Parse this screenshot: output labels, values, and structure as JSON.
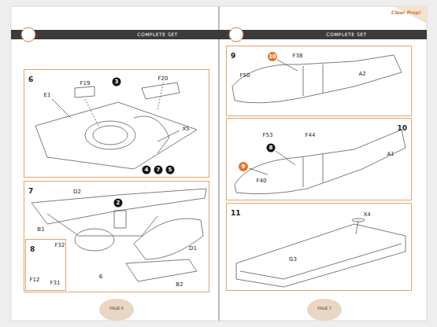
{
  "diagram": {
    "nodes": [
      {
        "text": [
          "6"
        ]
      },
      {
        "text": [
          "7"
        ]
      },
      {
        "text": [
          "8"
        ],
        "in": 1
      },
      {
        "text": [
          "9"
        ]
      },
      {
        "text": [
          "10"
        ]
      },
      {
        "text": [
          "11"
        ]
      }
    ],
    "labels": [
      "COMPLETE SET",
      "COMPLETE SET",
      "Clear Prop!",
      "F19",
      "3",
      "F20",
      "E1",
      "X5",
      "4",
      "7",
      "5",
      "D2",
      "B1",
      "2",
      "D1",
      "6",
      "B2",
      "F32",
      "F12",
      "F31",
      "10",
      "F38",
      "F50",
      "A2",
      "F53",
      "F44",
      "8",
      "9",
      "F40",
      "A1",
      "X4",
      "G3",
      "PAGE 6",
      "PAGE 7"
    ]
  }
}
